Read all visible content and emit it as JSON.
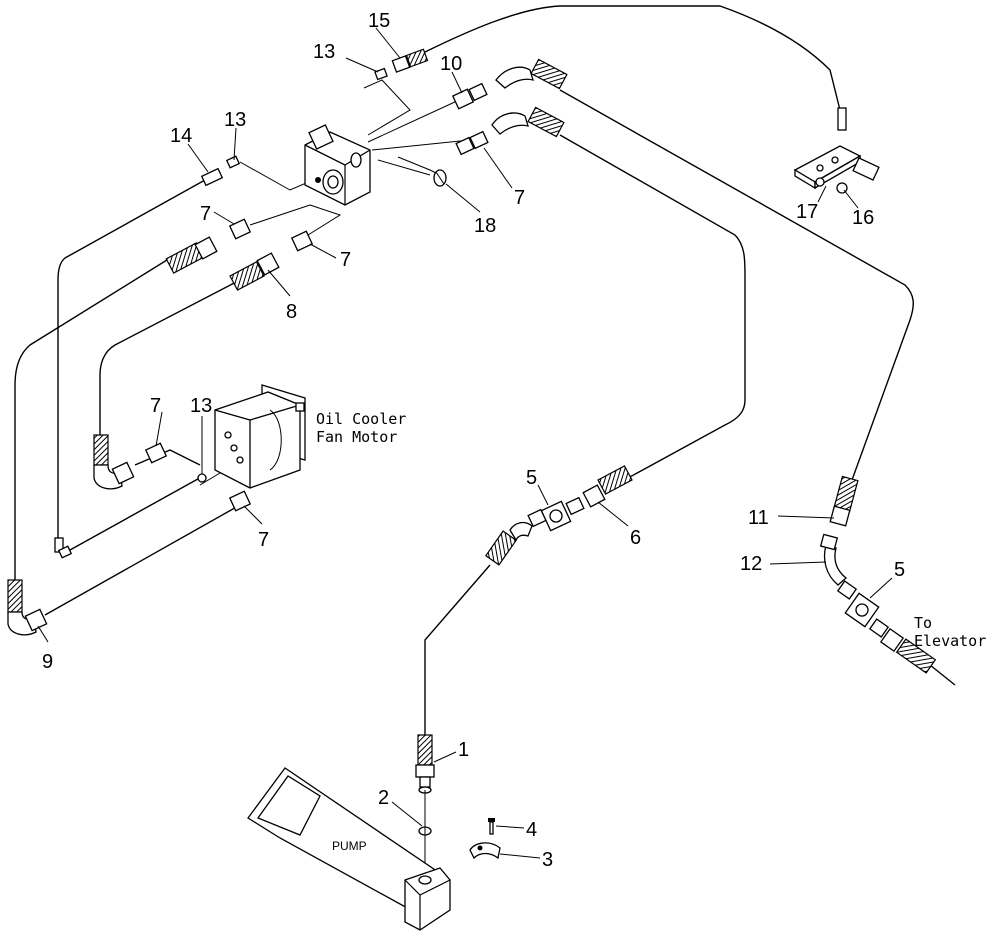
{
  "callouts": {
    "c1": "1",
    "c2": "2",
    "c3": "3",
    "c4": "4",
    "c5a": "5",
    "c5b": "5",
    "c6": "6",
    "c7a": "7",
    "c7b": "7",
    "c7c": "7",
    "c7d": "7",
    "c7e": "7",
    "c8": "8",
    "c9": "9",
    "c10": "10",
    "c11": "11",
    "c12": "12",
    "c13a": "13",
    "c13b": "13",
    "c13c": "13",
    "c14": "14",
    "c15": "15",
    "c16": "16",
    "c17": "17",
    "c18": "18"
  },
  "labels": {
    "oil_cooler_line1": "Oil Cooler",
    "oil_cooler_line2": "Fan Motor",
    "to_line1": "To",
    "to_line2": "Elevator",
    "pump": "PUMP"
  }
}
